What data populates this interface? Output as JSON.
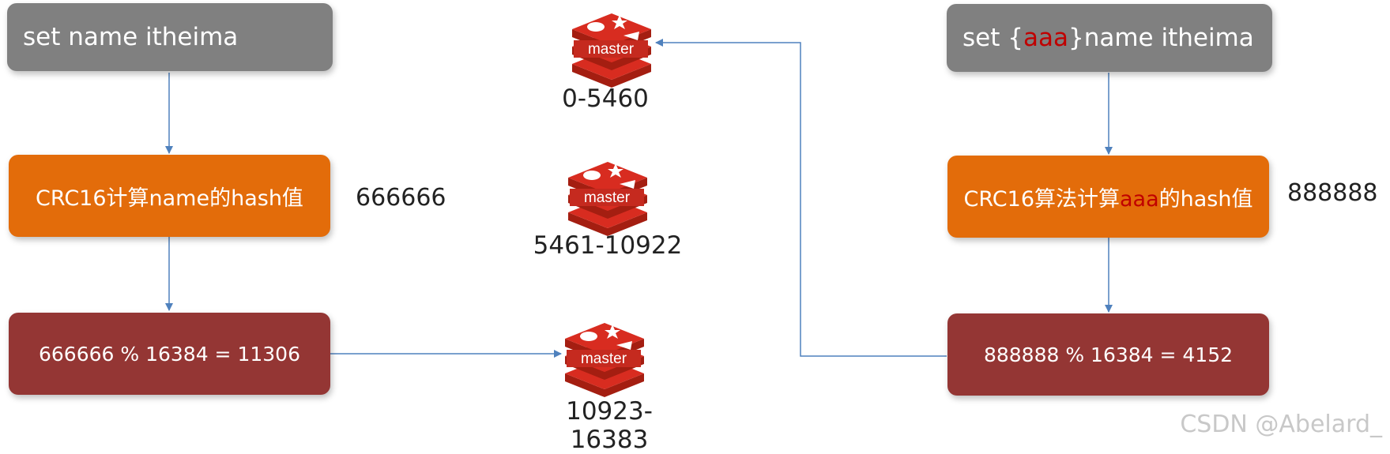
{
  "left": {
    "command": "set name itheima",
    "compute": "CRC16计算name的hash值",
    "hash": "666666",
    "result": "666666 % 16384 = 11306"
  },
  "right": {
    "command_prefix": "set {",
    "command_tag": "aaa",
    "command_suffix": "}name itheima",
    "compute_prefix": "CRC16算法计算",
    "compute_tag": "aaa",
    "compute_suffix": "的hash值",
    "hash": "888888",
    "result": "888888 % 16384 = 4152"
  },
  "masters": [
    {
      "label": "master",
      "slots": "0-5460"
    },
    {
      "label": "master",
      "slots": "5461-10922"
    },
    {
      "label": "master",
      "slots": "10923-16383"
    }
  ],
  "watermark": "CSDN @Abelard_",
  "colors": {
    "gray": "#808080",
    "orange": "#e36c0a",
    "darkred": "#943634",
    "arrow": "#4f81bd",
    "highlight": "#c00000",
    "redis": "#d82c20"
  }
}
